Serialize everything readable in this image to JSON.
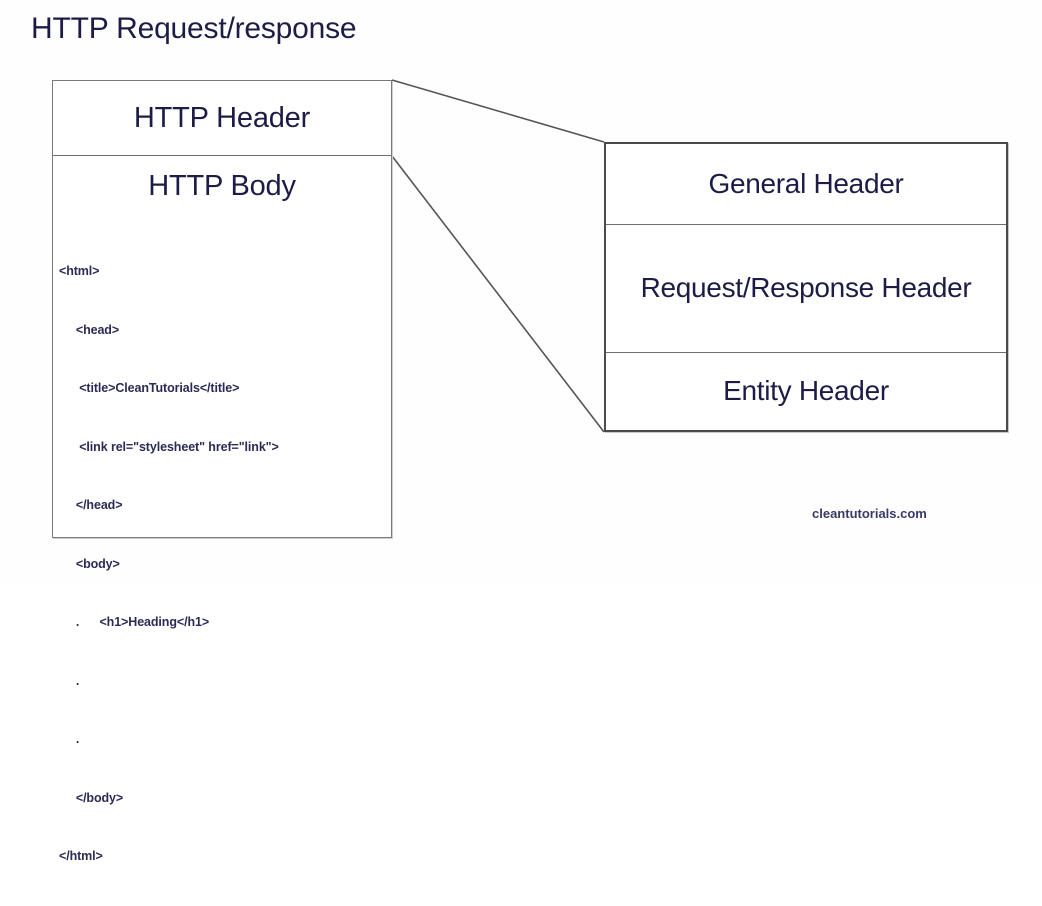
{
  "diagram": {
    "title": "HTTP Request/response",
    "watermark": "cleantutorials.com",
    "colors": {
      "text": "#1c1c46",
      "box_border": "#7a7a7a",
      "box_border_strong": "#4a4a4a",
      "connector": "#555555",
      "background": "#fefefe"
    }
  },
  "left_stack": {
    "name": "http-message",
    "sections": [
      {
        "label": "HTTP Header"
      },
      {
        "label": "HTTP Body"
      }
    ],
    "code": {
      "language": "html",
      "lines": [
        "<html>",
        "     <head>",
        "      <title>CleanTutorials</title>",
        "      <link rel=\"stylesheet\" href=\"link\">",
        "     </head>",
        "     <body>",
        "     .      <h1>Heading</h1>",
        "     .",
        "     .",
        "     </body>",
        "</html>"
      ]
    }
  },
  "right_stack": {
    "name": "http-header-types",
    "sections": [
      {
        "label": "General Header"
      },
      {
        "label": "Request/Response Header"
      },
      {
        "label": "Entity Header"
      }
    ]
  },
  "connectors": [
    {
      "name": "header-top-connector",
      "from": "left-box-top-right",
      "to": "right-box-top-left"
    },
    {
      "name": "header-bottom-connector",
      "from": "left-header-divider-right",
      "to": "right-box-bottom-left"
    }
  ]
}
